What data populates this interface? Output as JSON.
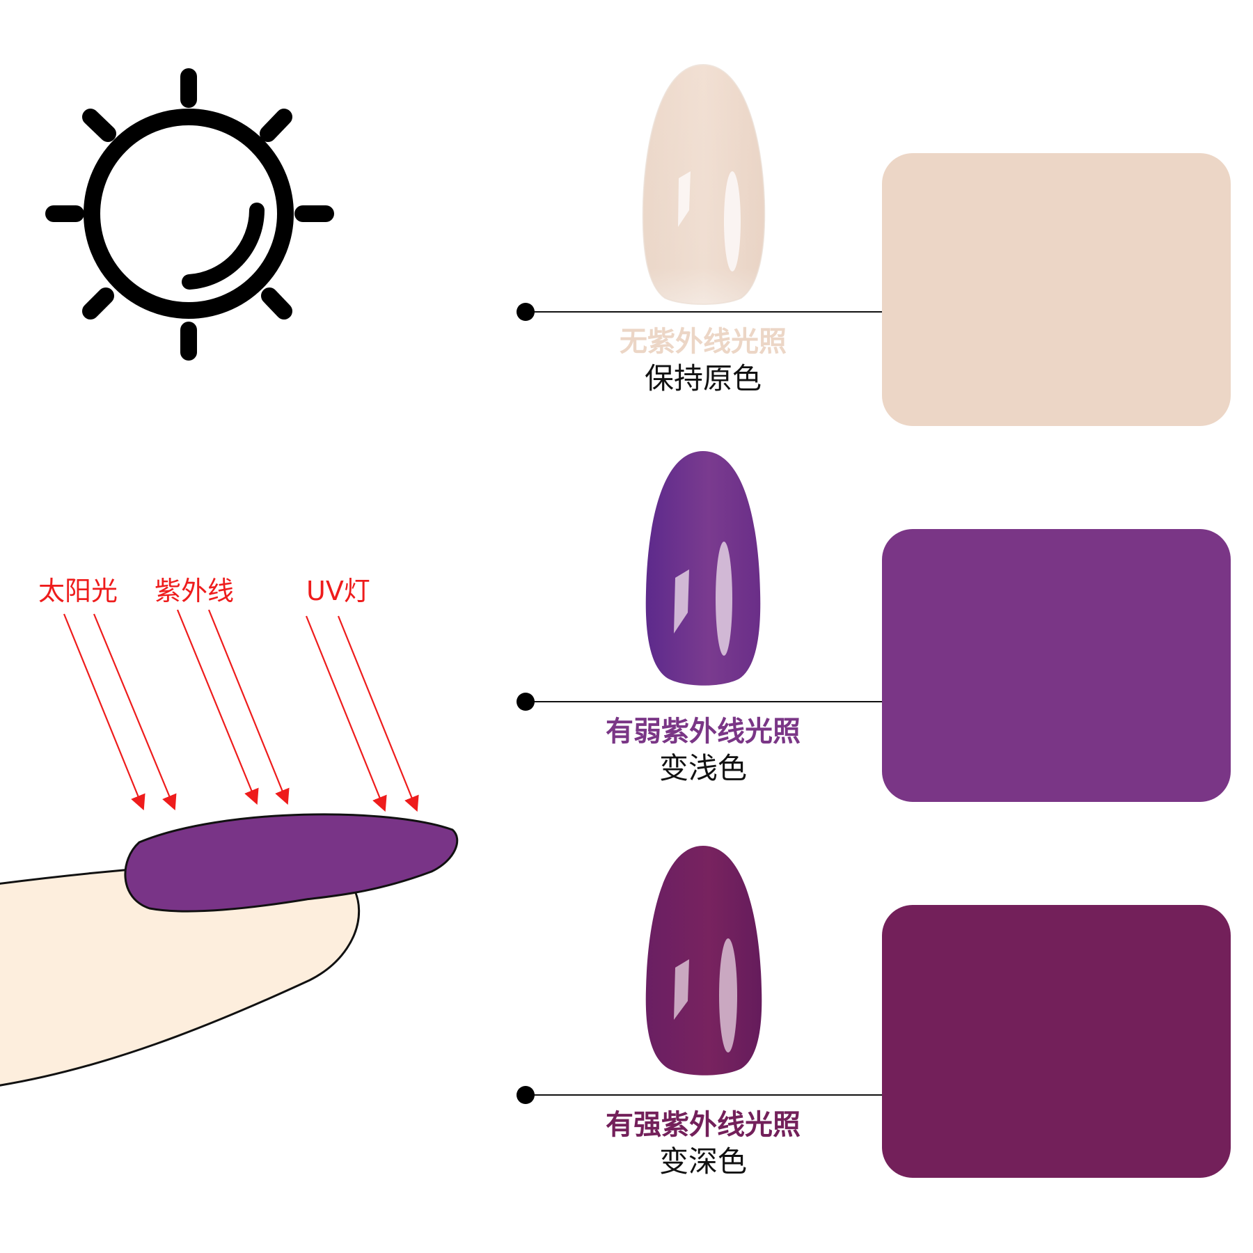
{
  "colors": {
    "nude": "#ecd6c6",
    "light_purple": "#7a3686",
    "deep_purple": "#73205a",
    "ray": "#ee1c1c",
    "finger": "#fdeedd"
  },
  "icons": {
    "sun": "sun-icon"
  },
  "rays": {
    "labels": [
      "太阳光",
      "紫外线",
      "UV灯"
    ]
  },
  "states": [
    {
      "title": "无紫外线光照",
      "subtitle": "保持原色",
      "color": "#ecd6c6"
    },
    {
      "title": "有弱紫外线光照",
      "subtitle": "变浅色",
      "color": "#7a3686"
    },
    {
      "title": "有强紫外线光照",
      "subtitle": "变深色",
      "color": "#73205a"
    }
  ]
}
